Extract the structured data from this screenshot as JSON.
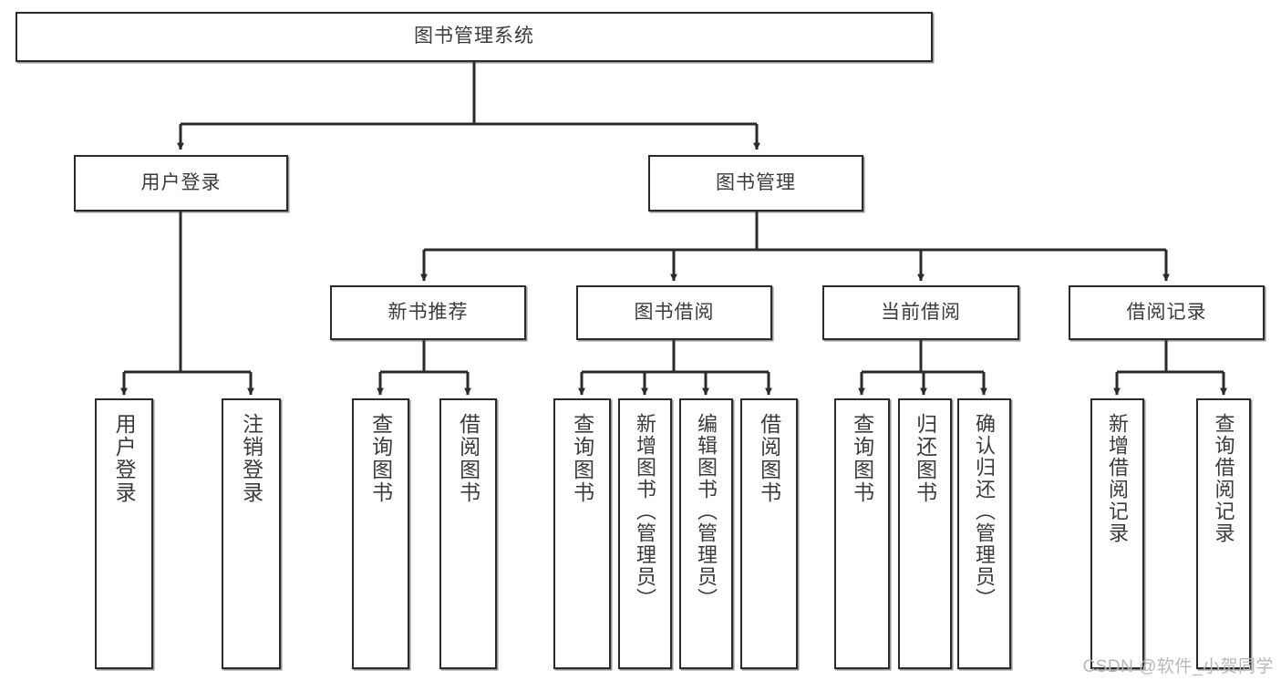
{
  "diagram": {
    "title": "图书管理系统",
    "type": "tree",
    "orientation": "top-down",
    "colors": {
      "box_border": "#2b2b2b",
      "box_fill": "#ffffff",
      "text": "#3b3b3b",
      "link": "#2b2b2b",
      "watermark": "#b8b8b8"
    },
    "watermark": "CSDN @软件_小贺同学",
    "nodes": {
      "root": {
        "label": "图书管理系统",
        "level": 1
      },
      "level2": [
        {
          "id": "user-login",
          "label": "用户登录"
        },
        {
          "id": "book-manage",
          "label": "图书管理"
        }
      ],
      "level3": [
        {
          "id": "new-book-rec",
          "label": "新书推荐",
          "parent": "book-manage"
        },
        {
          "id": "book-borrow",
          "label": "图书借阅",
          "parent": "book-manage"
        },
        {
          "id": "current-borrow",
          "label": "当前借阅",
          "parent": "book-manage"
        },
        {
          "id": "borrow-record",
          "label": "借阅记录",
          "parent": "book-manage"
        }
      ],
      "leaves": {
        "user-login": [
          {
            "id": "leaf-user-login",
            "label": "用户登录"
          },
          {
            "id": "leaf-user-logout",
            "label": "注销登录"
          }
        ],
        "new-book-rec": [
          {
            "id": "leaf-query-book-1",
            "label": "查询图书"
          },
          {
            "id": "leaf-borrow-book-1",
            "label": "借阅图书"
          }
        ],
        "book-borrow": [
          {
            "id": "leaf-query-book-2",
            "label": "查询图书"
          },
          {
            "id": "leaf-add-book",
            "label": "新增图书（管理员）"
          },
          {
            "id": "leaf-edit-book",
            "label": "编辑图书（管理员）"
          },
          {
            "id": "leaf-borrow-book-2",
            "label": "借阅图书"
          }
        ],
        "current-borrow": [
          {
            "id": "leaf-query-book-3",
            "label": "查询图书"
          },
          {
            "id": "leaf-return-book",
            "label": "归还图书"
          },
          {
            "id": "leaf-confirm-return",
            "label": "确认归还（管理员）"
          }
        ],
        "borrow-record": [
          {
            "id": "leaf-add-record",
            "label": "新增借阅记录"
          },
          {
            "id": "leaf-query-record",
            "label": "查询借阅记录"
          }
        ]
      }
    }
  }
}
